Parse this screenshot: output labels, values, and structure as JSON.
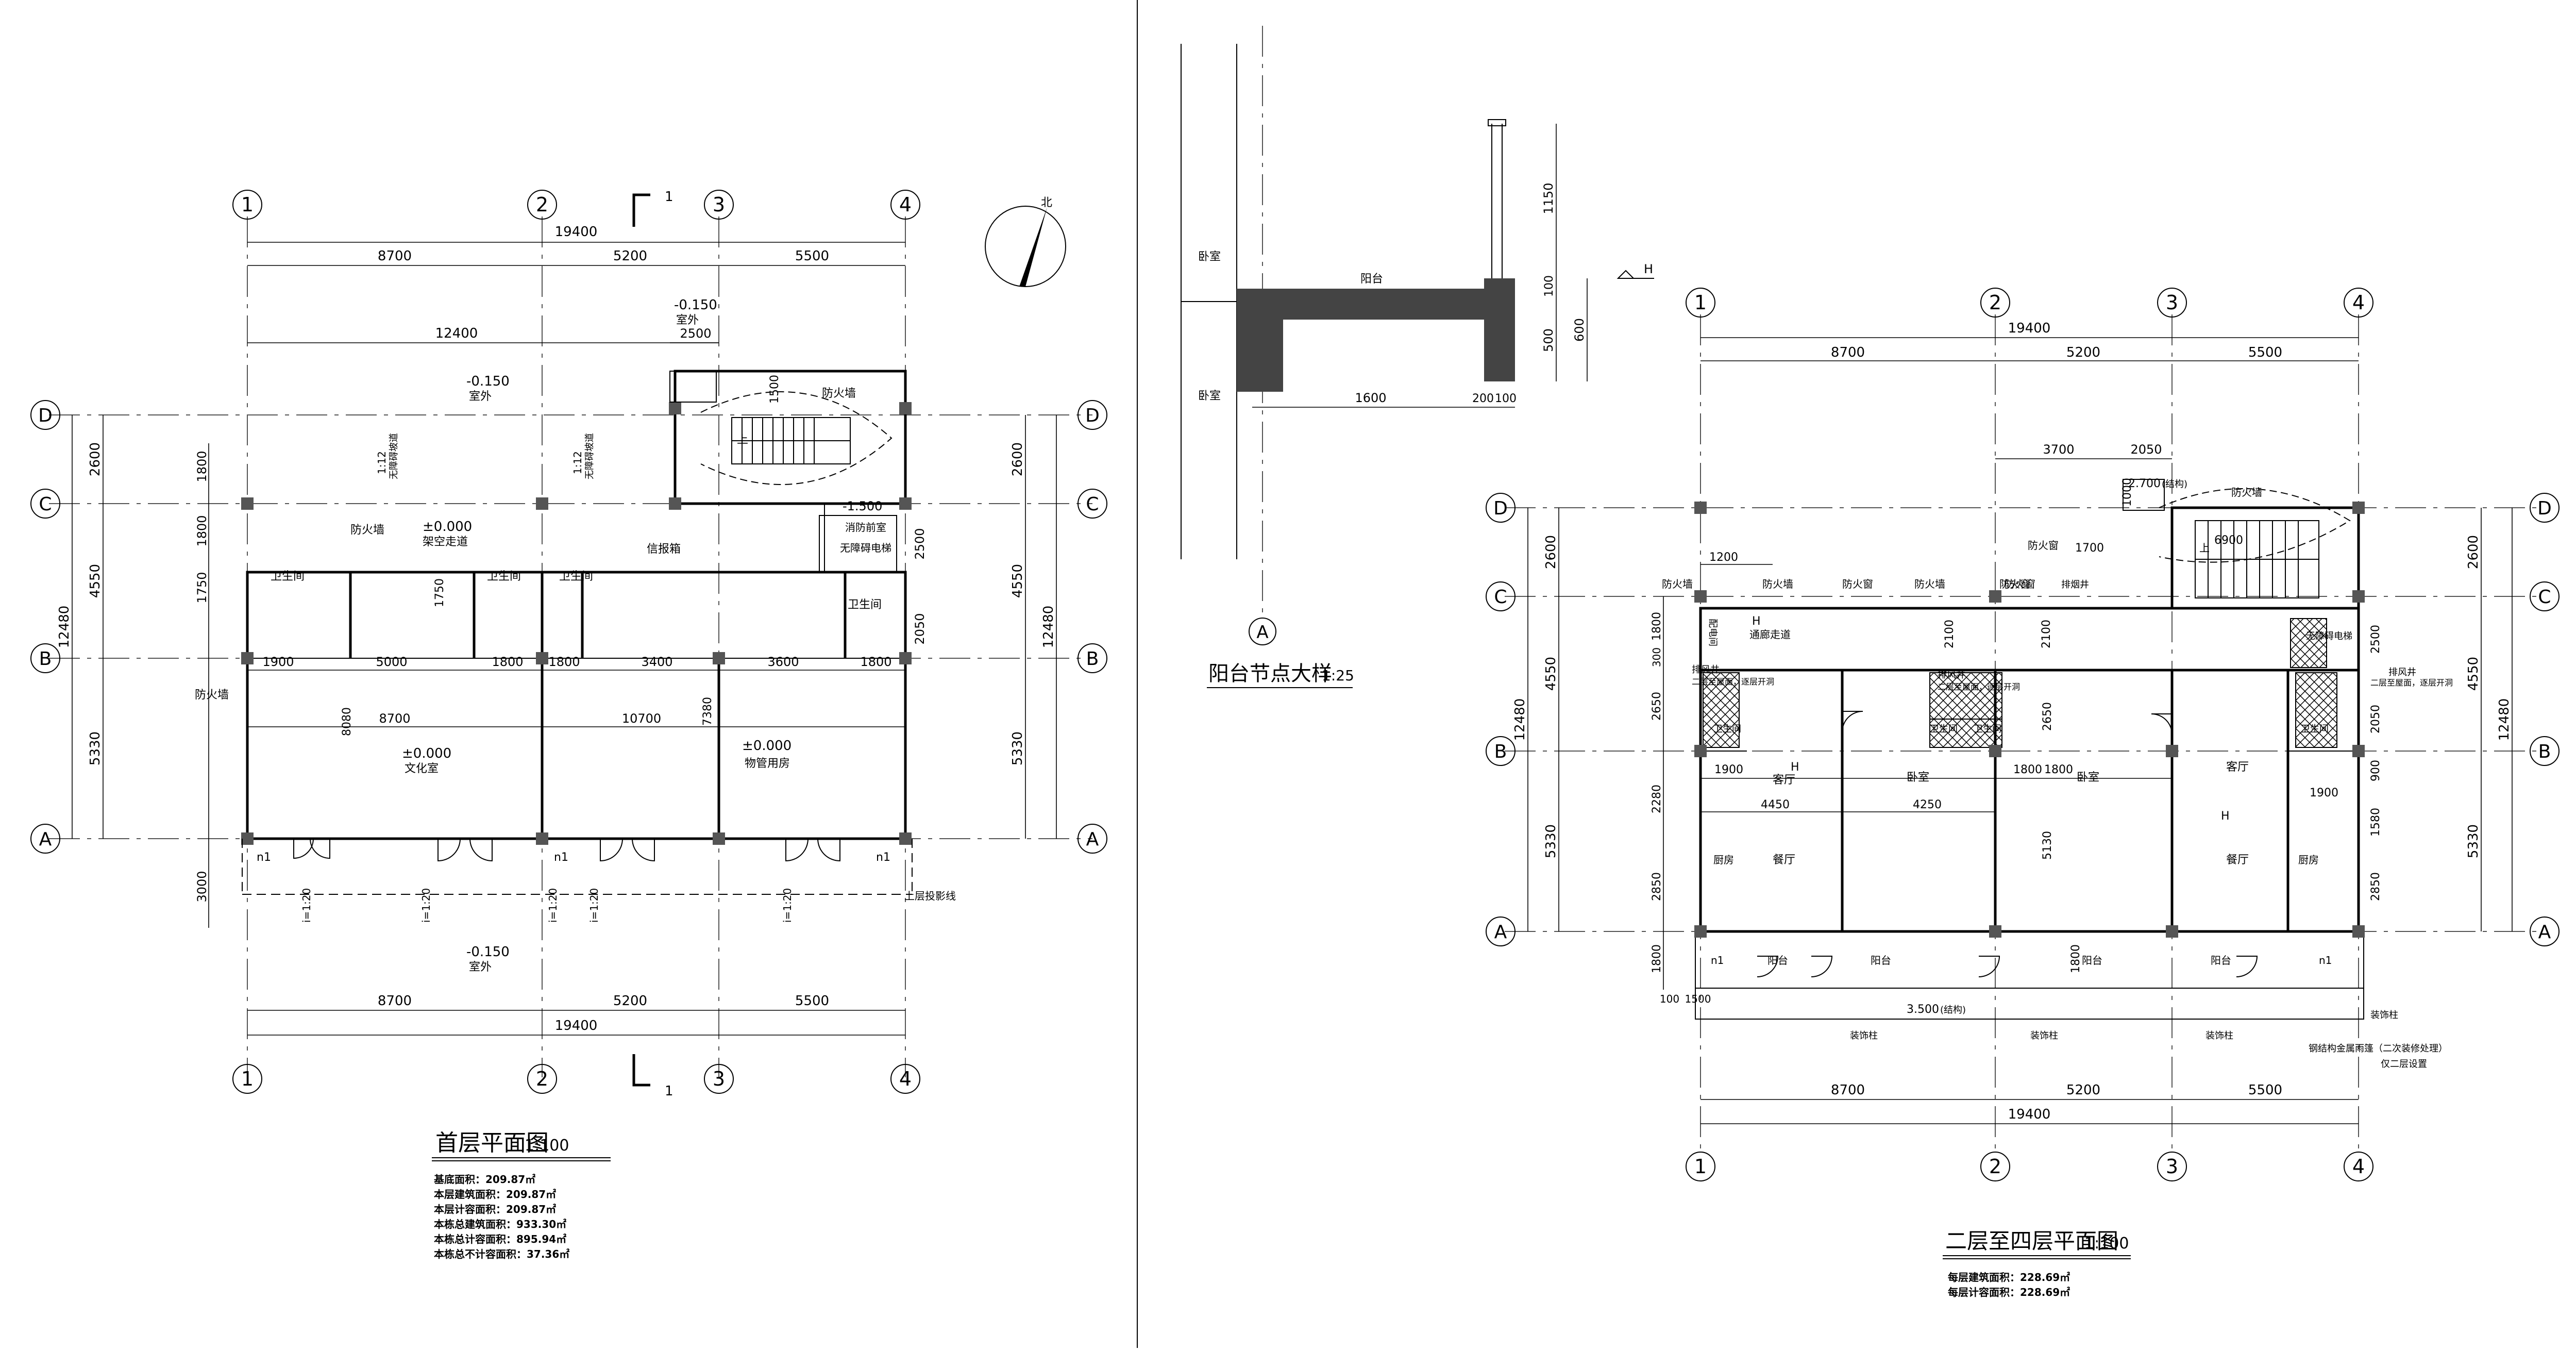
{
  "plan1": {
    "title": "首层平面图",
    "scale": "1:100",
    "axes_x": [
      "1",
      "2",
      "3",
      "4"
    ],
    "axes_y": [
      "A",
      "B",
      "C",
      "D"
    ],
    "dims_top_total": "19400",
    "dims_top": [
      "8700",
      "5200",
      "5500"
    ],
    "dims_top_sub": [
      "12400",
      "2500"
    ],
    "dims_bottom": [
      "8700",
      "5200",
      "5500"
    ],
    "dims_bottom_total": "19400",
    "dims_left": [
      "2600",
      "4550",
      "5330"
    ],
    "dims_left_sub": [
      "1800",
      "1800",
      "1750",
      "3000"
    ],
    "dims_left_total": "12480",
    "dims_right": [
      "2600",
      "4550",
      "5330"
    ],
    "dims_right_total": "12480",
    "dims_right_sub": [
      "2500",
      "2050"
    ],
    "dims_mid": [
      "1900",
      "5000",
      "1800",
      "1800",
      "3400",
      "3600",
      "1800"
    ],
    "dims_mid_long": [
      "8700",
      "10700"
    ],
    "dims_vert_inner": [
      "8080",
      "7380",
      "1750",
      "1500"
    ],
    "levels": [
      "-0.150",
      "-0.150",
      "±0.000",
      "±0.000",
      "±0.000",
      "-0.150",
      "-1.500"
    ],
    "labels": {
      "outdoor": "室外",
      "arcade": "架空走道",
      "fire_wall": "防火墙",
      "toilet": "卫生间",
      "culture": "文化室",
      "property": "物管用房",
      "letterbox": "信报箱",
      "accessible_lift": "无障碍电梯",
      "fire_lift": "消防前室",
      "upper_line": "上层投影线",
      "slope": "i=1:20",
      "ramp_a": "1:12",
      "ramp_b": "无障碍坡道",
      "up": "上",
      "section": "1",
      "n1": "n1",
      "north": "北",
      "ramp_slope": "1:12"
    },
    "notes": [
      {
        "k": "基底面积：",
        "v": "209.87㎡"
      },
      {
        "k": "本层建筑面积：",
        "v": "209.87㎡"
      },
      {
        "k": "本层计容面积：",
        "v": "209.87㎡"
      },
      {
        "k": "本栋总建筑面积：",
        "v": "933.30㎡"
      },
      {
        "k": "本栋总计容面积：",
        "v": "895.94㎡"
      },
      {
        "k": "本栋总不计容面积：",
        "v": "37.36㎡"
      }
    ]
  },
  "detail": {
    "title": "阳台节点大样",
    "scale": "1:25",
    "labels": {
      "bedroom1": "卧室",
      "bedroom2": "卧室",
      "balcony": "阳台",
      "axis": "A",
      "h": "H"
    },
    "dims_v": [
      "1150",
      "100",
      "500",
      "600"
    ],
    "dims_h": [
      "1600",
      "200",
      "100"
    ]
  },
  "plan2": {
    "title": "二层至四层平面图",
    "scale": "1:100",
    "axes_x": [
      "1",
      "2",
      "3",
      "4"
    ],
    "axes_y": [
      "A",
      "B",
      "C",
      "D"
    ],
    "dims_top_total": "19400",
    "dims_top": [
      "8700",
      "5200",
      "5500"
    ],
    "dims_top_sub": [
      "3700",
      "2050"
    ],
    "dims_bottom": [
      "8700",
      "5200",
      "5500"
    ],
    "dims_bottom_total": "19400",
    "dims_left": [
      "2600",
      "4550",
      "5330"
    ],
    "dims_left_sub": [
      "1800",
      "300",
      "2650",
      "2280",
      "2850",
      "1800"
    ],
    "dims_left_total": "12480",
    "dims_right": [
      "2600",
      "4550",
      "5330"
    ],
    "dims_right_total": "12480",
    "dims_right_sub": [
      "2500",
      "2050",
      "900",
      "1580",
      "2850"
    ],
    "dims_inner": [
      "1200",
      "1700",
      "2100",
      "2100",
      "2650",
      "5130",
      "1800",
      "1800",
      "1900",
      "4450",
      "4250",
      "1900",
      "1000",
      "6900",
      "1800",
      "100",
      "1500"
    ],
    "levels": [
      "2.700",
      "3.500"
    ],
    "level_note": "(结构)",
    "labels": {
      "fire_wall": "防火墙",
      "fire_window": "防火窗",
      "elec": "配电间",
      "arcade": "通廊走道",
      "shaft_a": "排风井",
      "shaft_note": "二层至屋面，逐层开洞",
      "toilet": "卫生间",
      "kitchen": "厨房",
      "dining": "餐厅",
      "living": "客厅",
      "bedroom": "卧室",
      "balcony": "阳台",
      "lift": "无障碍电梯",
      "smoke": "排烟井",
      "deco_col": "装饰柱",
      "h": "H",
      "steel_rail": "钢结构金属雨篷（二次装修处理）",
      "second_only": "仅二层设置",
      "n1": "n1",
      "up": "上",
      "ventilation": "排风井"
    },
    "notes": [
      {
        "k": "每层建筑面积：",
        "v": "228.69㎡"
      },
      {
        "k": "每层计容面积：",
        "v": "228.69㎡"
      }
    ]
  }
}
